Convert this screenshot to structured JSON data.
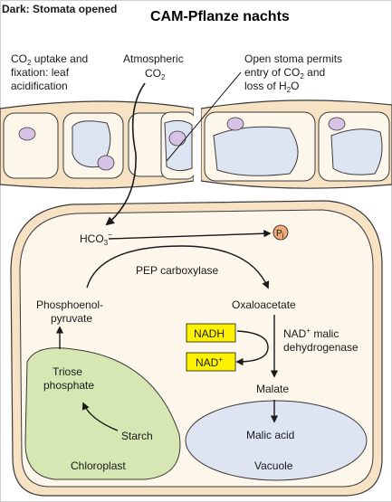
{
  "header": {
    "caption": "Dark: Stomata opened",
    "title": "CAM-Pflanze nachts"
  },
  "labels": {
    "uptake_line1": "CO",
    "uptake_sub": "2",
    "uptake_line1b": " uptake and",
    "uptake_line2": "fixation: leaf",
    "uptake_line3": "acidification",
    "atm_line1": "Atmospheric",
    "atm_co": "CO",
    "atm_sub": "2",
    "stoma_line1": "Open stoma permits",
    "stoma_line2a": "entry of CO",
    "stoma_line2_sub": "2",
    "stoma_line2b": " and",
    "stoma_line3a": "loss of H",
    "stoma_line3_sub": "2",
    "stoma_line3b": "O",
    "hco3": "HCO",
    "hco3_sub": "3",
    "hco3_sup": "−",
    "pi": "P",
    "pi_sub": "i",
    "pep_carboxylase": "PEP carboxylase",
    "oxaloacetate": "Oxaloacetate",
    "pep_line1": "Phosphoenol-",
    "pep_line2": "pyruvate",
    "nadh": "NADH",
    "nad": "NAD",
    "nad_sup": "+",
    "enzyme_line1a": "NAD",
    "enzyme_line1_sup": "+",
    "enzyme_line1b": " malic",
    "enzyme_line2": "dehydrogenase",
    "malate": "Malate",
    "triose_line1": "Triose",
    "triose_line2": "phosphate",
    "starch": "Starch",
    "chloroplast": "Chloroplast",
    "malic_acid": "Malic acid",
    "vacuole": "Vacuole"
  },
  "colors": {
    "cell_wall": "#f7e2c4",
    "cell_outline": "#3a3a3a",
    "cytosol": "#fdf6ea",
    "vacuole_fill": "#dde4f2",
    "nucleus": "#d7c2e6",
    "chloroplast_fill": "#d6e7b4",
    "vacuole_large": "#dfe4f3",
    "nad_box": "#fff200",
    "pi_fill": "#f0a878"
  }
}
